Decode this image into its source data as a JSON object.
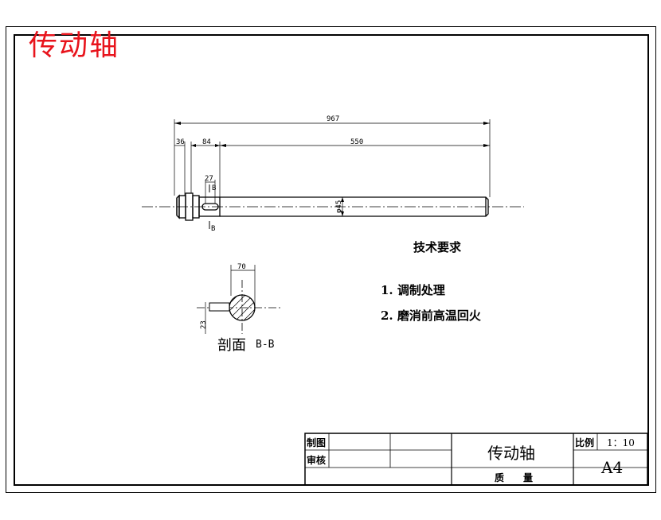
{
  "drawing_title": "传动轴",
  "dimensions": {
    "overall_length": "967",
    "dim_36": "36",
    "dim_84": "84",
    "dim_550": "550",
    "dim_27": "27",
    "diameter": "φ45",
    "section_width": "70",
    "section_depth": "23",
    "section_mark_top": "B",
    "section_mark_bottom": "B"
  },
  "section_view": {
    "label": "剖面",
    "id": "B-B"
  },
  "technical_requirements": {
    "heading": "技术要求",
    "items": [
      "1. 调制处理",
      "2. 磨消前高温回火"
    ]
  },
  "title_block": {
    "drawn_label": "制图",
    "checked_label": "审核",
    "part_name": "传动轴",
    "mass_label": "质　　量",
    "scale_label": "比例",
    "scale_value": "1：10",
    "paper_size": "A4"
  }
}
